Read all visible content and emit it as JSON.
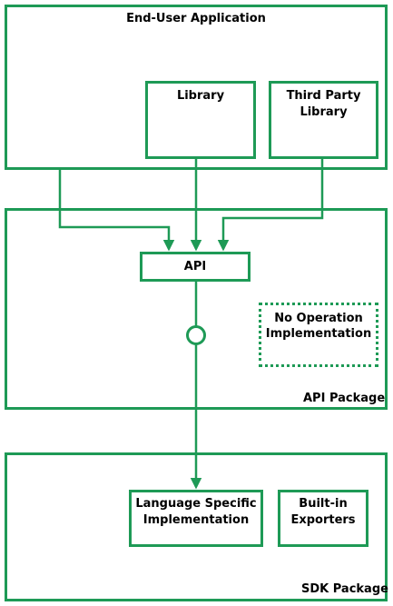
{
  "end_user_application": {
    "title": "End-User Application"
  },
  "library": {
    "title": "Library"
  },
  "third_party_library": {
    "title_line1": "Third Party",
    "title_line2": "Library"
  },
  "api": {
    "title": "API"
  },
  "no_op": {
    "title_line1": "No Operation",
    "title_line2": "Implementation"
  },
  "api_package": {
    "title": "API Package"
  },
  "lang_impl": {
    "title_line1": "Language Specific",
    "title_line2": "Implementation"
  },
  "exporters": {
    "title_line1": "Built-in",
    "title_line2": "Exporters"
  },
  "sdk_package": {
    "title": "SDK Package"
  },
  "colors": {
    "accent": "#1e9a56"
  }
}
